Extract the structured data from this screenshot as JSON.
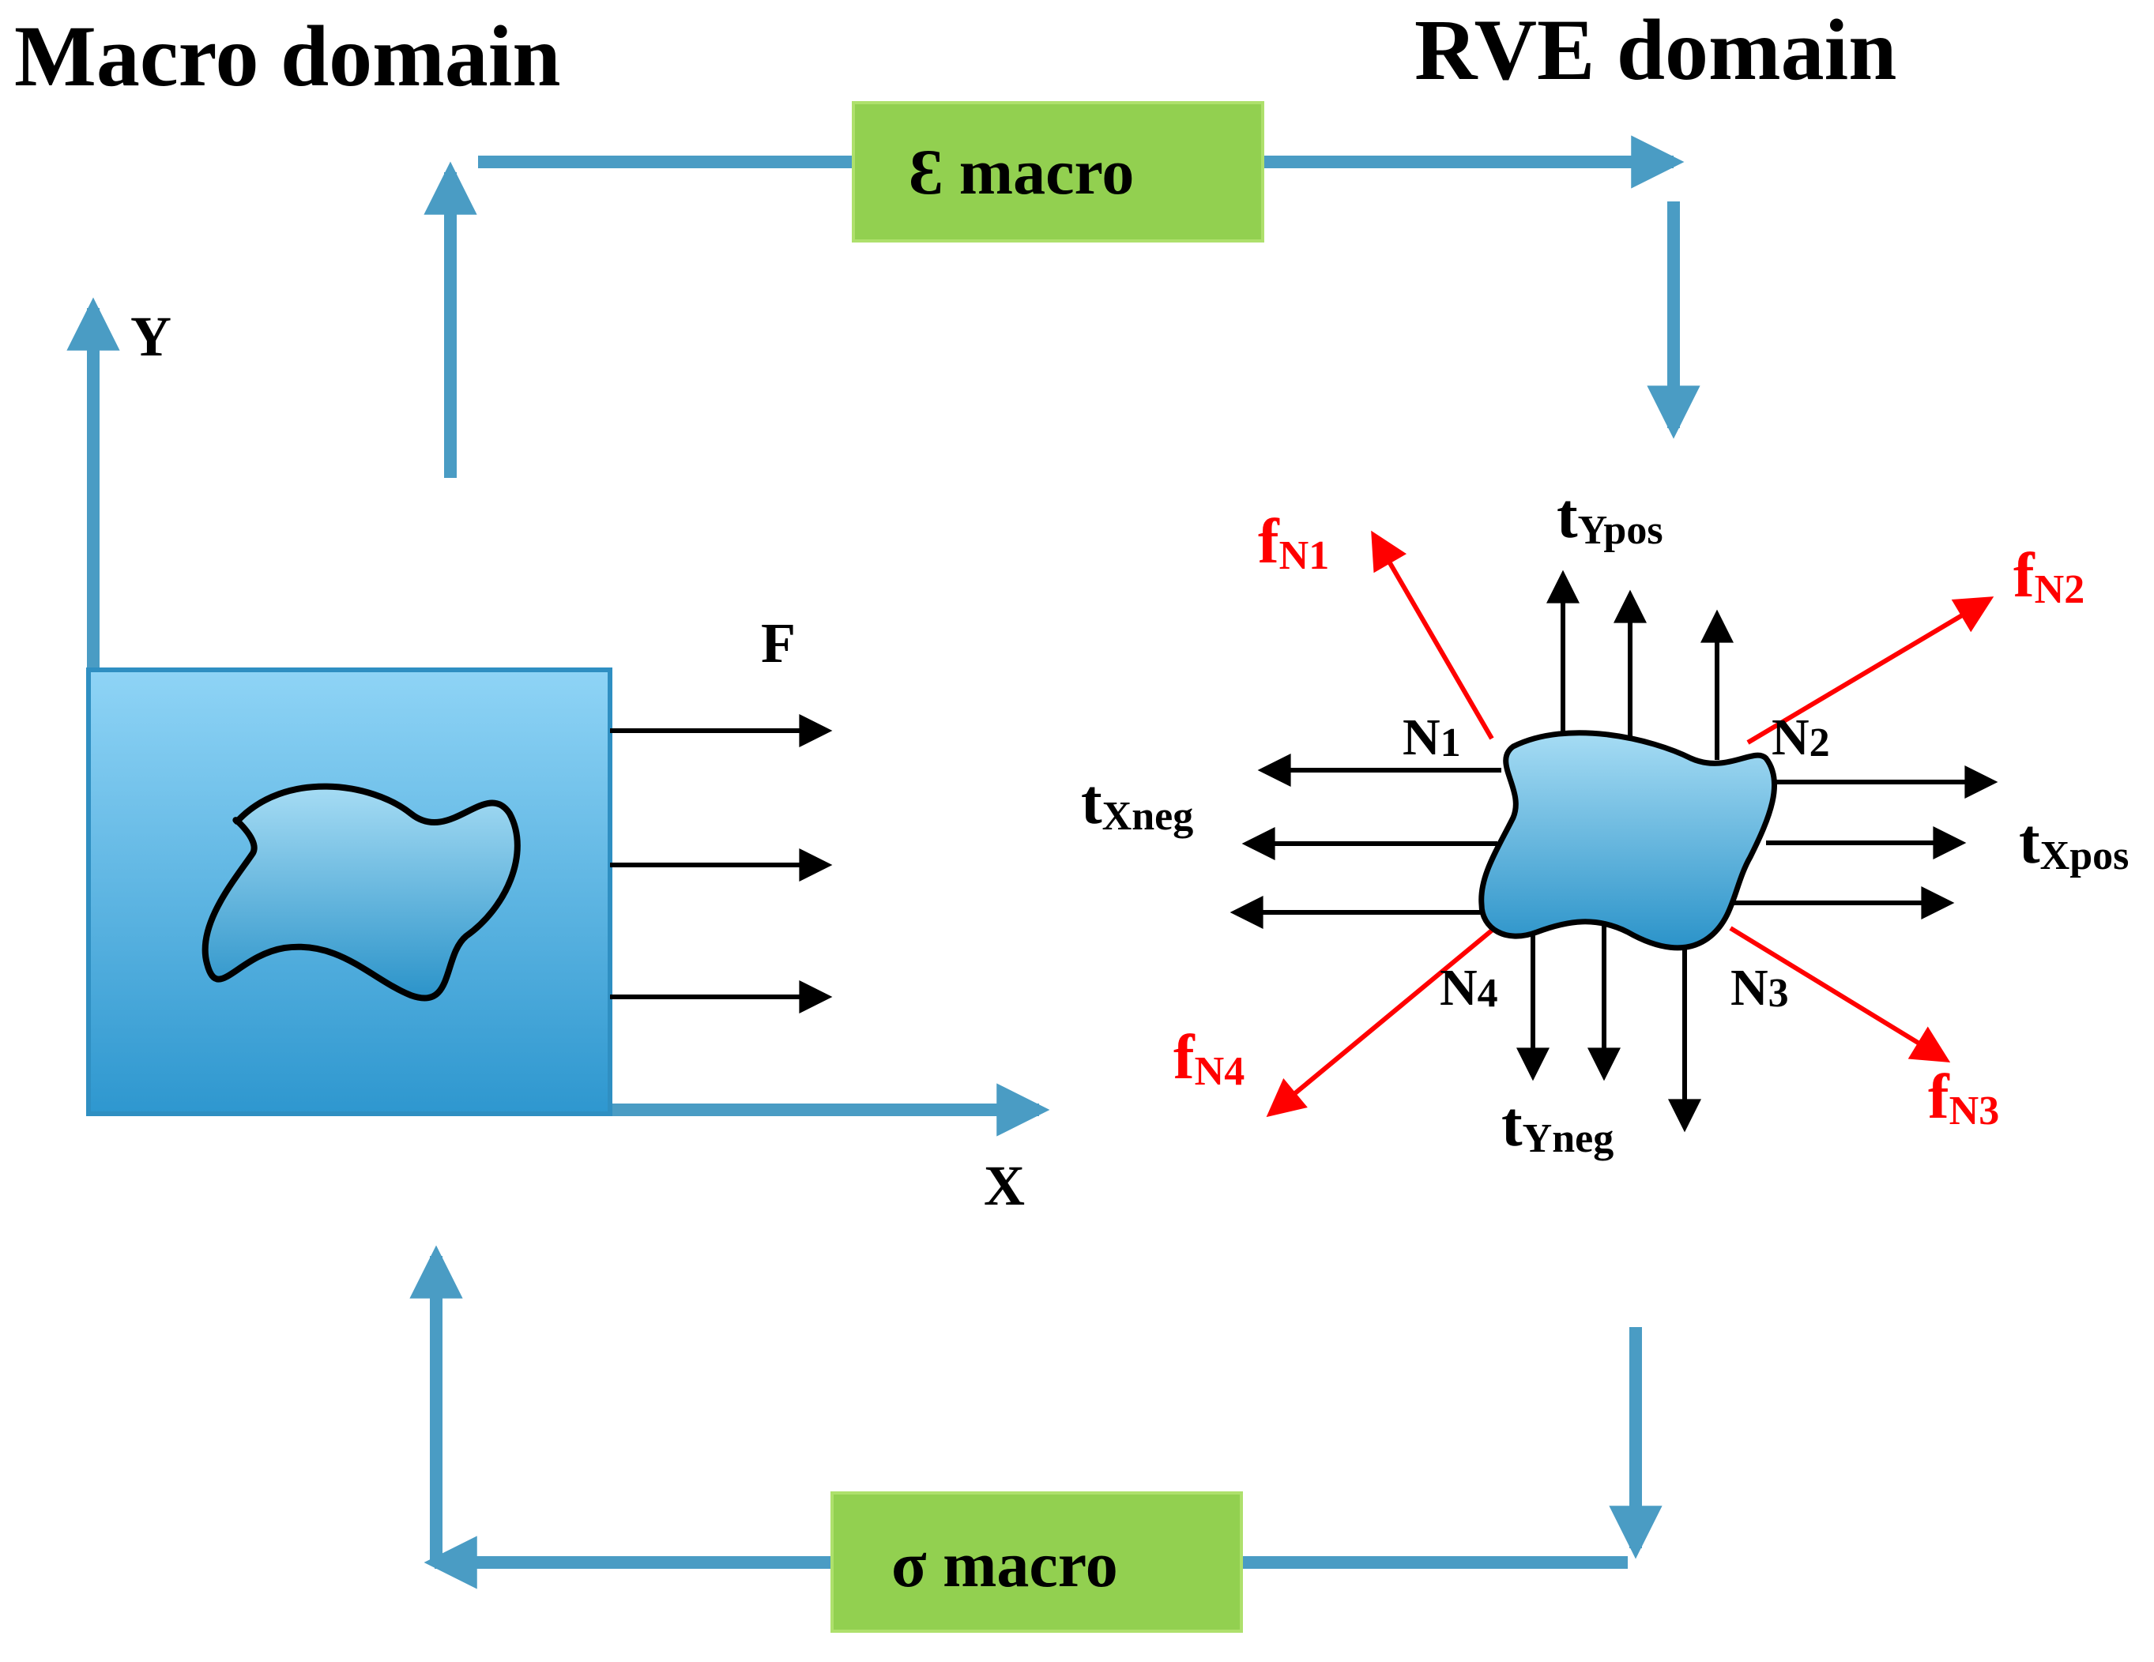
{
  "titles": {
    "macro": "Macro domain",
    "rve": "RVE domain"
  },
  "boxes": {
    "top": {
      "symbol": "Ɛ",
      "rest": " macro"
    },
    "bottom": {
      "symbol": "σ",
      "rest": " macro"
    }
  },
  "axes": {
    "x": "X",
    "y": "Y",
    "force": "F"
  },
  "nodes": {
    "n1": {
      "main": "N",
      "sub": "1"
    },
    "n2": {
      "main": "N",
      "sub": "2"
    },
    "n3": {
      "main": "N",
      "sub": "3"
    },
    "n4": {
      "main": "N",
      "sub": "4"
    }
  },
  "tractions": {
    "ypos": {
      "main": "t",
      "sub": "Ypos"
    },
    "yneg": {
      "main": "t",
      "sub": "Yneg"
    },
    "xneg": {
      "main": "t",
      "sub": "Xneg"
    },
    "xpos": {
      "main": "t",
      "sub": "Xpos"
    }
  },
  "nodal_forces": {
    "fn1": {
      "main": "f",
      "sub": "N1"
    },
    "fn2": {
      "main": "f",
      "sub": "N2"
    },
    "fn3": {
      "main": "f",
      "sub": "N3"
    },
    "fn4": {
      "main": "f",
      "sub": "N4"
    }
  },
  "colors": {
    "flow_arrow": "#4a9cc4",
    "label_box": "#92d050",
    "block_top": "#8fd4f6",
    "block_bottom": "#2e97cf",
    "black": "#000000",
    "nodal_force": "#ff0000"
  }
}
